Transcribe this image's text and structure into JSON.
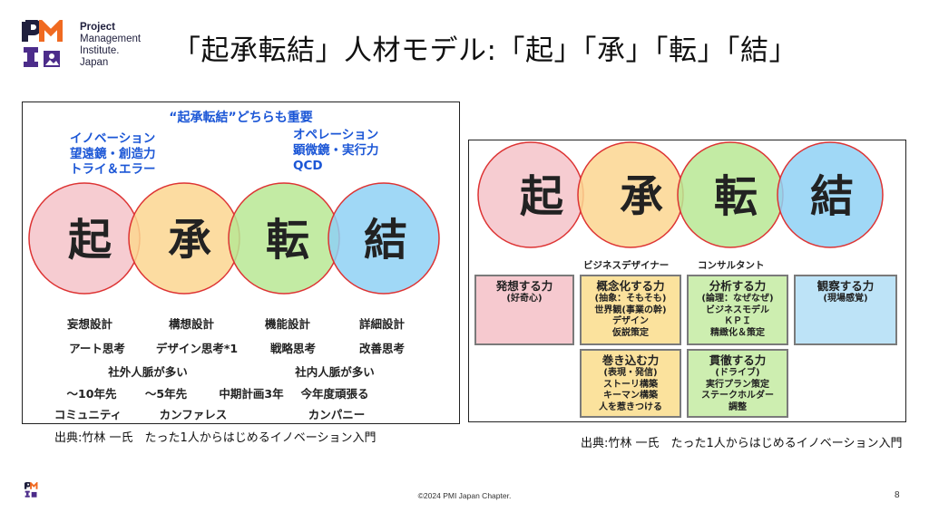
{
  "logo": {
    "lines": [
      "Project",
      "Management",
      "Institute.",
      "Japan"
    ]
  },
  "title": "「起承転結」人材モデル:「起」「承」「転」「結」",
  "left": {
    "heading": "“起承転結”どちらも重要",
    "top_left": [
      "イノベーション",
      "望遠鏡・創造力",
      "トライ＆エラー"
    ],
    "top_right": [
      "オペレーション",
      "顕微鏡・実行力",
      "QCD"
    ],
    "circles": [
      "起",
      "承",
      "転",
      "結"
    ],
    "row1": [
      "妄想設計",
      "構想設計",
      "機能設計",
      "詳細設計"
    ],
    "row2": [
      "アート思考",
      "デザイン思考*1",
      "戦略思考",
      "改善思考"
    ],
    "row3": [
      "社外人脈が多い",
      "社内人脈が多い"
    ],
    "row4": [
      "〜10年先",
      "〜5年先",
      "中期計画3年",
      "今年度頑張る"
    ],
    "row5": [
      "コミュニティ",
      "カンファレス",
      "カンパニー"
    ]
  },
  "right": {
    "circles": [
      "起",
      "承",
      "転",
      "結"
    ],
    "roles": [
      "ビジネスデザイナー",
      "コンサルタント"
    ],
    "boxes": {
      "b1": {
        "title": "発想する力",
        "lines": [
          "(好奇心)"
        ]
      },
      "b2": {
        "title": "概念化する力",
        "lines": [
          "(抽象：そもそも)",
          "世界観(事業の幹)",
          "デザイン",
          "仮説策定"
        ]
      },
      "b3": {
        "title": "分析する力",
        "lines": [
          "(論理：なぜなぜ)",
          "ビジネスモデル",
          "ＫＰＩ",
          "精緻化＆策定"
        ]
      },
      "b4": {
        "title": "観察する力",
        "lines": [
          "(現場感覚)"
        ]
      },
      "b5": {
        "title": "巻き込む力",
        "lines": [
          "(表現・発信)",
          "ストーリ構築",
          "キーマン構築",
          "人を惹きつける"
        ]
      },
      "b6": {
        "title": "貫徹する力",
        "lines": [
          "(ドライブ)",
          "実行プラン策定",
          "ステークホルダー",
          "調整"
        ]
      }
    }
  },
  "source_left": "出典:竹林 一氏　たった1人からはじめるイノベーション入門",
  "source_right": "出典:竹林 一氏　たった1人からはじめるイノベーション入門",
  "footer": {
    "copyright": "©2024 PMI Japan Chapter.",
    "page": "8"
  },
  "colors": {
    "pink": "#f6c9cf",
    "yellow": "#fbe29d",
    "green": "#cdeeb0",
    "blue": "#bde3f7",
    "accent_blue": "#1b56d6",
    "pmi_orange": "#f06a21",
    "pmi_purple": "#4c2c8a"
  }
}
